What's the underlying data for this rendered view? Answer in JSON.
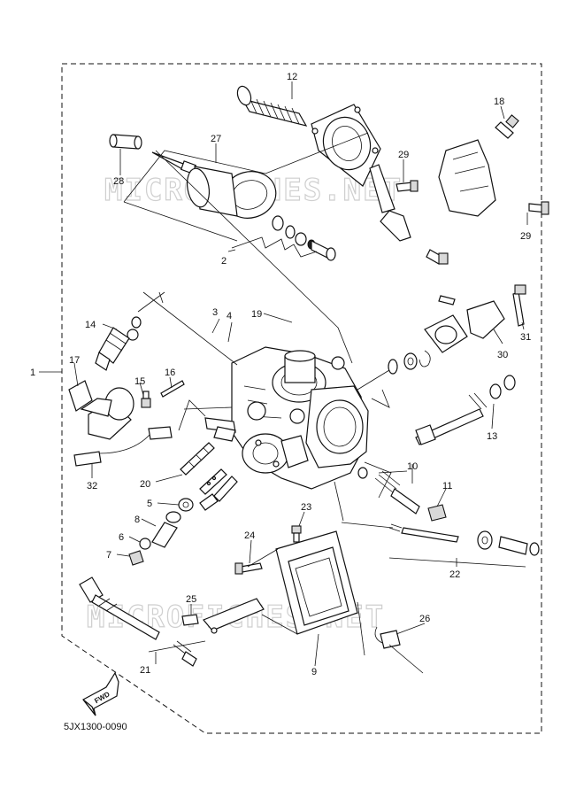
{
  "diagram": {
    "watermarks": [
      "MICROFICHES.NET",
      "MICROFICHES.NET"
    ],
    "drawing_code": "5JX1300-0090",
    "fwd_label": "FWD",
    "callouts": {
      "c1": "1",
      "c2": "2",
      "c3": "3",
      "c4": "4",
      "c5": "5",
      "c6": "6",
      "c7": "7",
      "c8": "8",
      "c9": "9",
      "c10": "10",
      "c11": "11",
      "c12": "12",
      "c13": "13",
      "c14": "14",
      "c15": "15",
      "c16": "16",
      "c17": "17",
      "c18": "18",
      "c19": "19",
      "c20": "20",
      "c21": "21",
      "c22": "22",
      "c23": "23",
      "c24": "24",
      "c25": "25",
      "c26": "26",
      "c27": "27",
      "c28": "28",
      "c29a": "29",
      "c29b": "29",
      "c30": "30",
      "c31": "31",
      "c32": "32"
    }
  }
}
